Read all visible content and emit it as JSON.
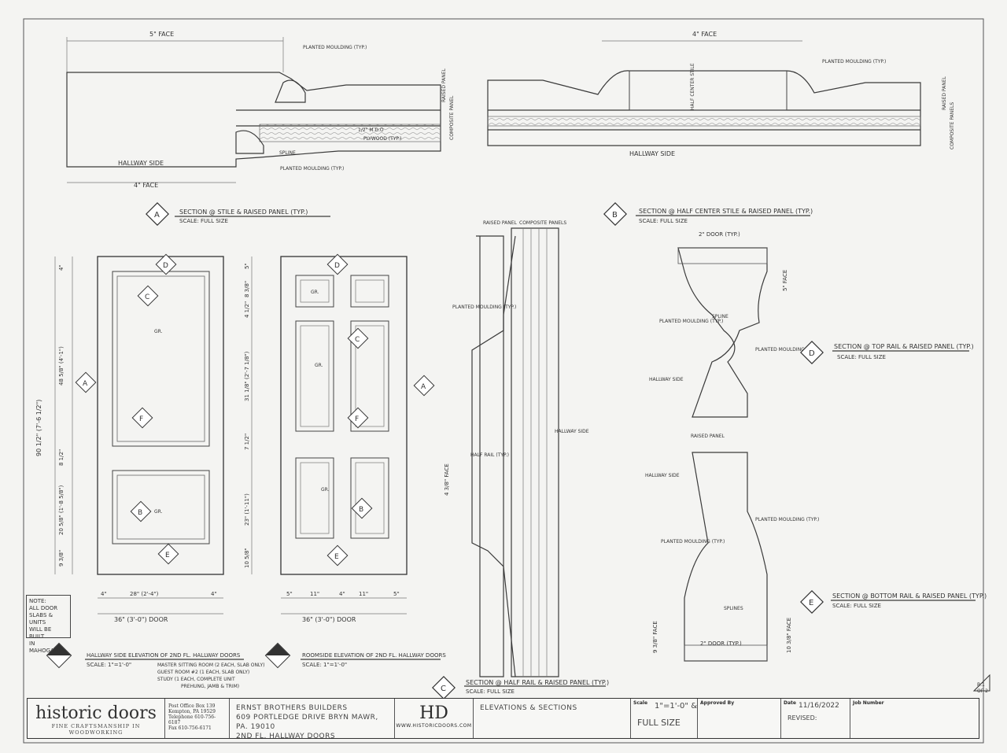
{
  "sections": {
    "A": {
      "letter": "A",
      "title": "SECTION @ STILE & RAISED PANEL (TYP.)",
      "scale": "SCALE: FULL SIZE"
    },
    "B": {
      "letter": "B",
      "title": "SECTION @ HALF CENTER STILE & RAISED PANEL (TYP.)",
      "scale": "SCALE: FULL SIZE"
    },
    "C": {
      "letter": "C",
      "title": "SECTION @ HALF RAIL & RAISED PANEL (TYP.)",
      "scale": "SCALE: FULL SIZE"
    },
    "D": {
      "letter": "D",
      "title": "SECTION @ TOP RAIL & RAISED PANEL (TYP.)",
      "scale": "SCALE: FULL SIZE"
    },
    "E": {
      "letter": "E",
      "title": "SECTION @ BOTTOM RAIL & RAISED PANEL (TYP.)",
      "scale": "SCALE: FULL SIZE"
    }
  },
  "elevations": {
    "hallway": {
      "title": "HALLWAY SIDE ELEVATION OF 2ND FL. HALLWAY DOORS",
      "scale": "SCALE: 1\"=1'-0\"",
      "notes": [
        "MASTER SITTING ROOM (2 EACH, SLAB ONLY)",
        "GUEST ROOM #2 (1 EACH, SLAB ONLY)",
        "STUDY (1 EACH, COMPLETE UNIT",
        "PREHUNG, JAMB & TRIM)"
      ],
      "width_label": "36\" (3'-0\") DOOR",
      "stile_dims": [
        "4\"",
        "28\" (2'-4\")",
        "4\""
      ],
      "height_dims": [
        "4\"",
        "48 5/8\" (4'-1\")",
        "8 1/2\"",
        "20 5/8\" (1'-8 5/8\")",
        "9 3/8\""
      ],
      "overall_height": "90 1/2\" (7'-6 1/2\")"
    },
    "roomside": {
      "title": "ROOMSIDE ELEVATION OF 2ND FL. HALLWAY DOORS",
      "scale": "SCALE: 1\"=1'-0\"",
      "width_label": "36\" (3'-0\") DOOR",
      "stile_dims": [
        "5\"",
        "11\"",
        "4\"",
        "11\"",
        "5\""
      ],
      "height_dims": [
        "5\"",
        "8 3/8\"",
        "4 1/2\"",
        "31 1/8\" (2'-7 1/8\")",
        "7 1/2\"",
        "23\" (1'-11\")",
        "10 5/8\""
      ]
    }
  },
  "labels": {
    "hallway_side": "HALLWAY SIDE",
    "planted_moulding": "PLANTED MOULDING (TYP.)",
    "spline": "SPLINE",
    "splines": "SPLINES",
    "mdo": "1/2\" M.D.O",
    "plywood": "PLYWOOD (TYP.)",
    "raised_panel": "RAISED PANEL",
    "composite_panel": "COMPOSITE PANEL",
    "composite_panels": "COMPOSITE PANELS",
    "half_center_stile": "HALF CENTER STILE",
    "half_rail": "HALF RAIL (TYP.)",
    "door_typ": "2\" DOOR (TYP.)",
    "five_face": "5\" FACE",
    "four_face": "4\" FACE",
    "face_4_3_8": "4 3/8\" FACE",
    "face_5": "5\" FACE",
    "face_9": "9 3/8\" FACE",
    "face_10": "10 3/8\" FACE",
    "gr": "GR."
  },
  "note": [
    "NOTE:",
    "ALL DOOR",
    "SLABS & UNITS",
    "WILL BE BUILT",
    "IN",
    "MAHOGANY."
  ],
  "sheet_number": [
    "B.1",
    "OF 2"
  ],
  "title_block": {
    "brand": "historic doors",
    "brand_sub": "FINE CRAFTSMANSHIP IN WOODWORKING",
    "address": [
      "Post Office Box 139",
      "Kempton, PA 19529",
      "Telephone 610-756-6187",
      "Fax 610-756-6171"
    ],
    "client": [
      "ERNST BROTHERS BUILDERS",
      "609 PORTLEDGE DRIVE  BRYN MAWR, PA. 19010",
      "2ND FL. HALLWAY DOORS"
    ],
    "logo": "HD",
    "website": "WWW.HISTORICDOORS.COM",
    "drawing_title": "ELEVATIONS & SECTIONS",
    "scale_label": "Scale",
    "scale_value": "1\"=1'-0\" &",
    "scale_value2": "FULL SIZE",
    "approved_label": "Approved By",
    "date_label": "Date",
    "date_value": "11/16/2022",
    "revised_label": "REVISED:",
    "job_label": "Job Number"
  },
  "colors": {
    "ink": "#3a3a3a",
    "paper": "#f4f4f2",
    "marker": "#444444"
  }
}
